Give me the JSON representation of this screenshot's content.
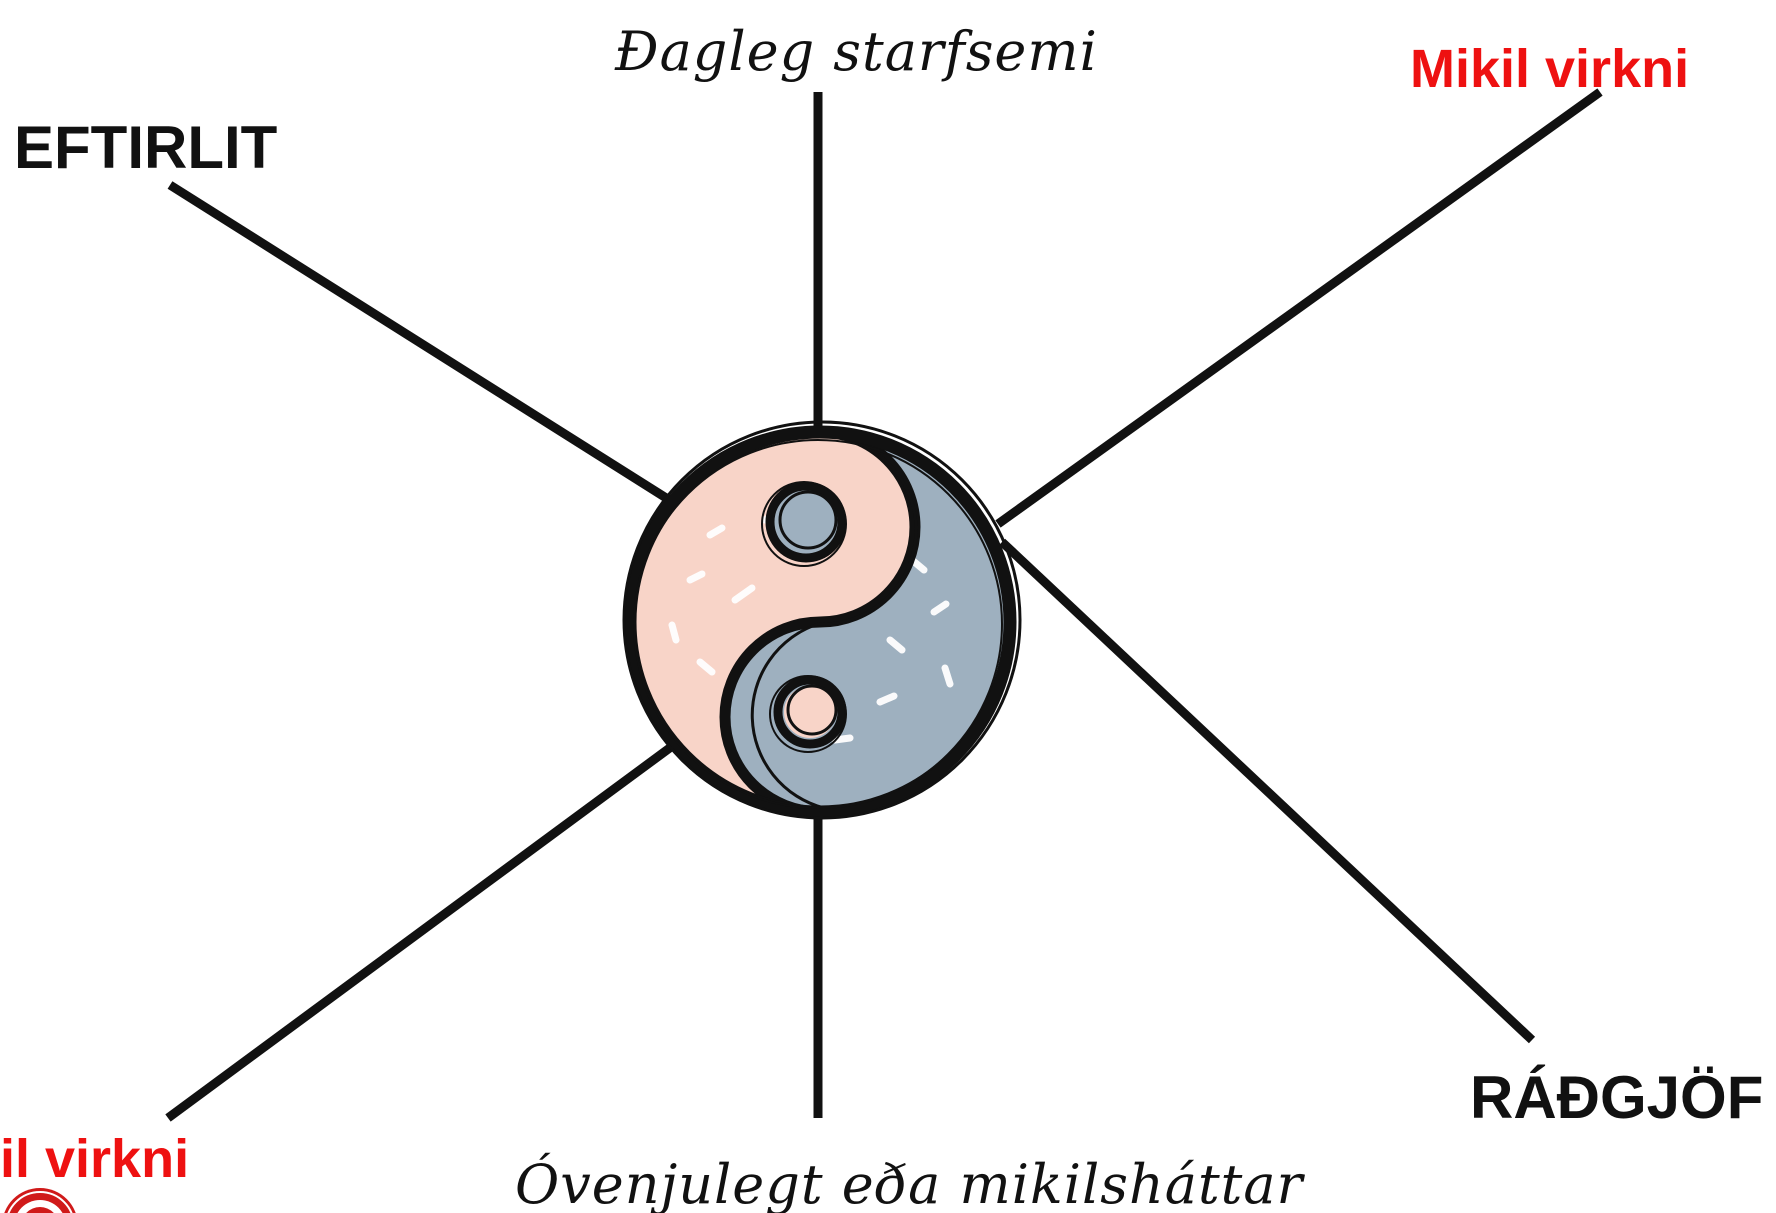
{
  "labels": {
    "top": "Ðagleg starfsemi",
    "bottom": "Óvenjulegt eða mikilsháttar",
    "top_left": "EFTIRLIT",
    "bottom_right": "RÁÐGJÖF",
    "top_right": "Mikil virkni",
    "bottom_left": "il virkni"
  },
  "colors": {
    "line": "#111111",
    "accent_red": "#ee1111",
    "yang_pink": "#f8d4c8",
    "yin_blue": "#9eb0bf"
  },
  "icons": {
    "center": "yin-yang-icon",
    "corner": "red-seal-logo"
  }
}
